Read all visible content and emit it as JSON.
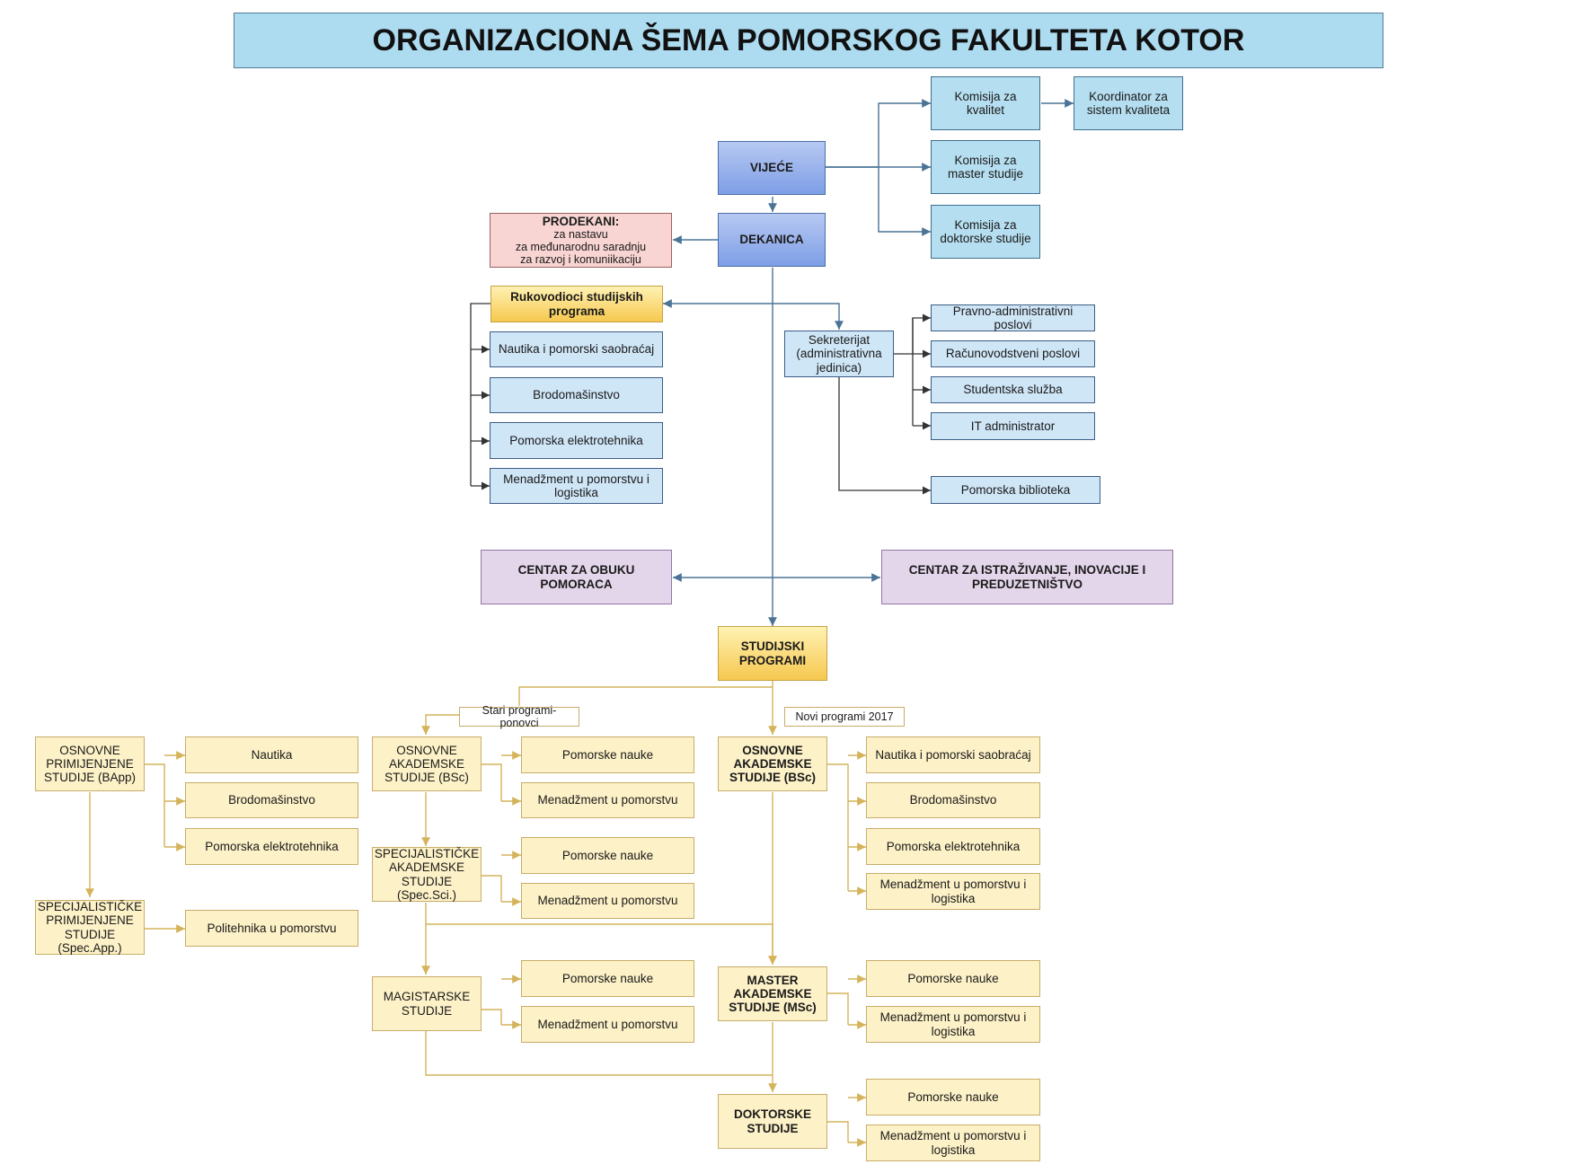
{
  "title": "ORGANIZACIONA ŠEMA POMORSKOG FAKULTETA KOTOR",
  "colors": {
    "title_bg": "#addbef",
    "admin_boxes": "#cfe6f7",
    "commission_boxes": "#b5def0",
    "council": "#7e9ee6",
    "vice_deans": "#f8d5d2",
    "study_programs": "#fdf1c7",
    "centers": "#e3d5ea",
    "blue_connector": "#4a7396",
    "gold_connector": "#d4b35a"
  },
  "nodes": {
    "vijece": "VIJEĆE",
    "komisija_kvalitet": "Komisija za kvalitet",
    "koordinator": "Koordinator za sistem kvaliteta",
    "komisija_master": "Komisija za master studije",
    "komisija_doktorske": "Komisija za doktorske studije",
    "dekanica": "DEKANICA",
    "prodekani": {
      "heading": "PRODEKANI:",
      "lines": [
        "za nastavu",
        "za međunarodnu saradnju",
        "za razvoj i komuniikaciju"
      ]
    },
    "rukovodioci": "Rukovodioci studijskih programa",
    "rukovodioci_items": [
      "Nautika i pomorski saobraćaj",
      "Brodomašinstvo",
      "Pomorska elektrotehnika",
      "Menadžment u pomorstvu i logistika"
    ],
    "sekreterijat": "Sekreterijat (administrativna jedinica)",
    "sekreterijat_items": [
      "Pravno-administrativni poslovi",
      "Računovodstveni poslovi",
      "Studentska služba",
      "IT administrator"
    ],
    "biblioteka": "Pomorska biblioteka",
    "centar_obuka": "CENTAR ZA OBUKU POMORACA",
    "centar_istrazivanje": "CENTAR ZA ISTRAŽIVANJE, INOVACIJE I PREDUZETNIŠTVO",
    "studijski_programi": "STUDIJSKI PROGRAMI",
    "stari_programi": "Stari programi-ponovci",
    "novi_programi": "Novi programi 2017",
    "osnovne_primijenjene": "OSNOVNE PRIMIJENJENE STUDIJE (BApp)",
    "osnovne_primijenjene_items": [
      "Nautika",
      "Brodomašinstvo",
      "Pomorska elektrotehnika"
    ],
    "specijalisticke_primijenjene": "SPECIJALISTIČKE PRIMIJENJENE STUDIJE (Spec.App.)",
    "specijalisticke_primijenjene_items": [
      "Politehnika u pomorstvu"
    ],
    "osnovne_akademske_old": "OSNOVNE AKADEMSKE STUDIJE (BSc)",
    "osnovne_akademske_old_items": [
      "Pomorske nauke",
      "Menadžment u pomorstvu"
    ],
    "specijalisticke_akademske": "SPECIJALISTIČKE AKADEMSKE STUDIJE (Spec.Sci.)",
    "specijalisticke_akademske_items": [
      "Pomorske nauke",
      "Menadžment u pomorstvu"
    ],
    "magistarske": "MAGISTARSKE STUDIJE",
    "magistarske_items": [
      "Pomorske nauke",
      "Menadžment u pomorstvu"
    ],
    "osnovne_akademske_new": "OSNOVNE AKADEMSKE STUDIJE (BSc)",
    "osnovne_akademske_new_items": [
      "Nautika i pomorski saobraćaj",
      "Brodomašinstvo",
      "Pomorska elektrotehnika",
      "Menadžment u pomorstvu i logistika"
    ],
    "master_akademske": "MASTER AKADEMSKE STUDIJE (MSc)",
    "master_akademske_items": [
      "Pomorske nauke",
      "Menadžment u pomorstvu i logistika"
    ],
    "doktorske": "DOKTORSKE STUDIJE",
    "doktorske_items": [
      "Pomorske nauke",
      "Menadžment u pomorstvu i logistika"
    ]
  }
}
